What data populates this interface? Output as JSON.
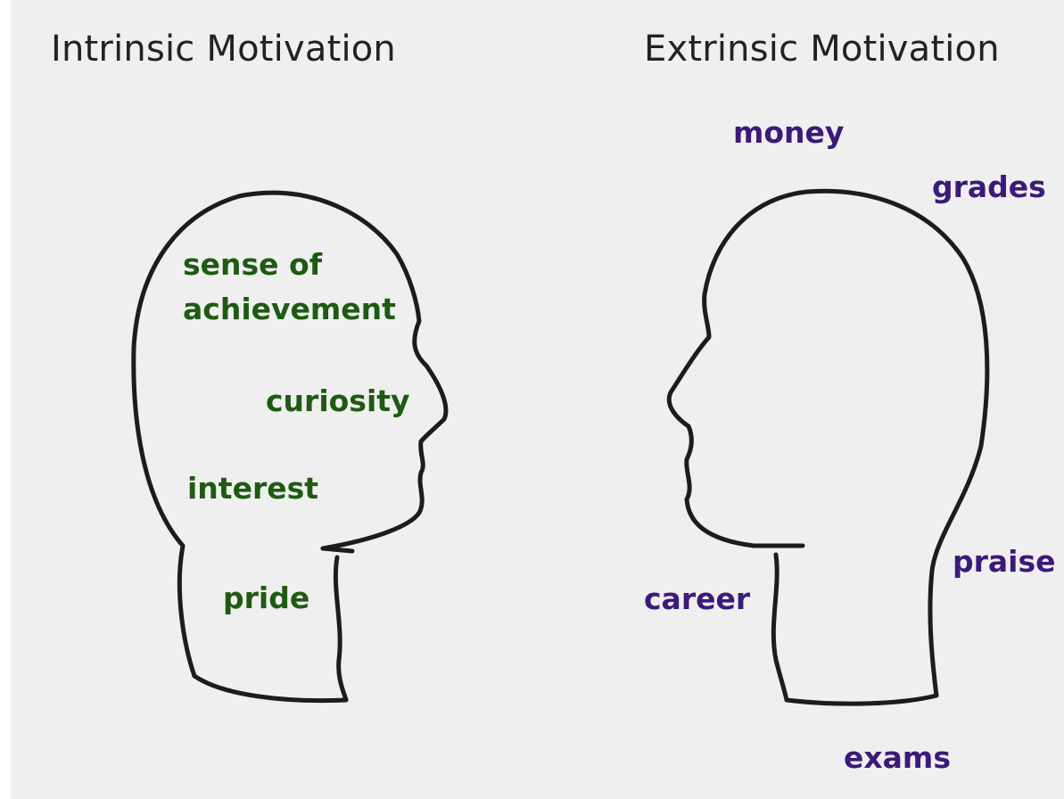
{
  "colors": {
    "intrinsic": "#1f5a12",
    "extrinsic": "#3b1a78",
    "background": "#efefef",
    "outline": "#1c1c1c"
  },
  "intrinsic": {
    "title": "Intrinsic Motivation",
    "items": [
      "sense of",
      "achievement",
      "curiosity",
      "interest",
      "pride"
    ]
  },
  "extrinsic": {
    "title": "Extrinsic Motivation",
    "items": [
      "money",
      "grades",
      "praise",
      "career",
      "exams"
    ]
  }
}
